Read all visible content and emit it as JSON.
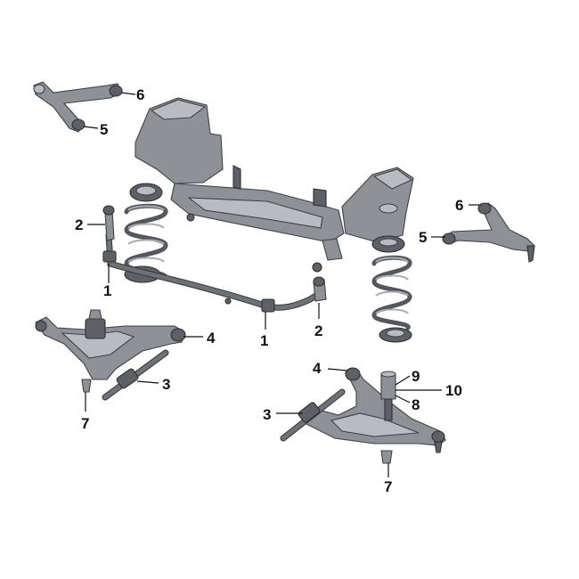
{
  "diagram": {
    "parts": {
      "subframe": {
        "icon": "front-subframe-crossmember"
      },
      "upper_arm_left": {
        "icon": "upper-control-arm"
      },
      "upper_arm_right": {
        "icon": "upper-control-arm"
      },
      "lower_arm_left": {
        "icon": "lower-control-arm"
      },
      "lower_arm_right": {
        "icon": "lower-control-arm"
      },
      "spring_left": {
        "icon": "coil-spring"
      },
      "spring_right": {
        "icon": "coil-spring"
      },
      "stabilizer_bar": {
        "icon": "stabilizer-bar"
      }
    },
    "callouts": [
      {
        "id": "c6-left",
        "label": "6"
      },
      {
        "id": "c5-left",
        "label": "5"
      },
      {
        "id": "c2-left",
        "label": "2"
      },
      {
        "id": "c1-left",
        "label": "1"
      },
      {
        "id": "c6-right",
        "label": "6"
      },
      {
        "id": "c5-right",
        "label": "5"
      },
      {
        "id": "c1-center",
        "label": "1"
      },
      {
        "id": "c2-center",
        "label": "2"
      },
      {
        "id": "c4-left",
        "label": "4"
      },
      {
        "id": "c3-left",
        "label": "3"
      },
      {
        "id": "c7-left",
        "label": "7"
      },
      {
        "id": "c4-right",
        "label": "4"
      },
      {
        "id": "c9-right",
        "label": "9"
      },
      {
        "id": "c10-right",
        "label": "10"
      },
      {
        "id": "c8-right",
        "label": "8"
      },
      {
        "id": "c3-right",
        "label": "3"
      },
      {
        "id": "c7-right",
        "label": "7"
      }
    ],
    "colors": {
      "part": "#8e9297",
      "outline": "#3e4145",
      "label": "#111111",
      "background": "#ffffff"
    }
  }
}
